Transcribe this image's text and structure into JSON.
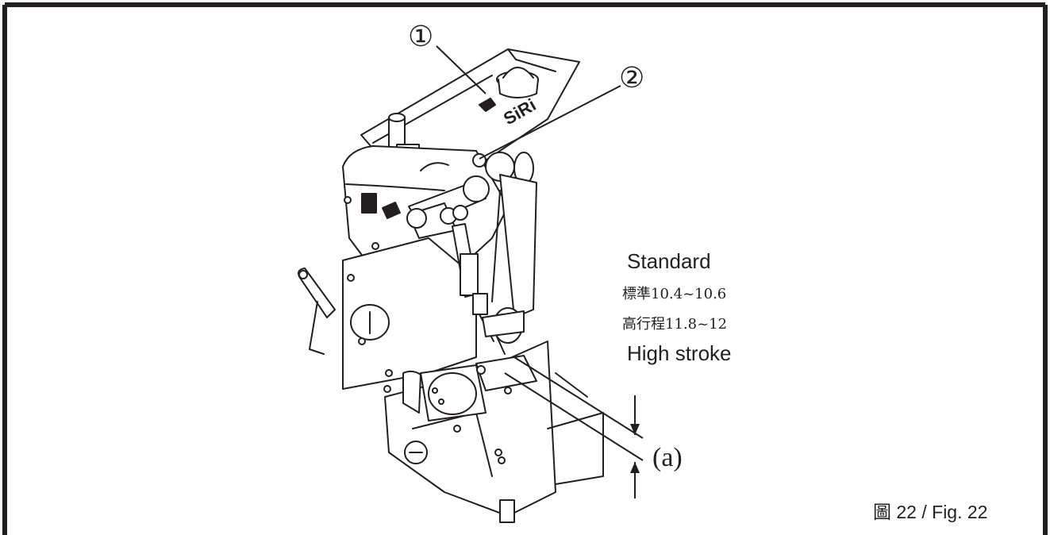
{
  "callouts": {
    "one": "①",
    "two": "②"
  },
  "standard": {
    "label_en": "Standard",
    "label_zh": "標準10.4~10.6"
  },
  "high_stroke": {
    "label_zh": "高行程11.8~12",
    "label_en": "High stroke"
  },
  "dimension": {
    "label": "(a)"
  },
  "figure": {
    "caption": "圖 22 / Fig. 22"
  },
  "machine": {
    "brand_text": "SiRi"
  },
  "colors": {
    "ink": "#231f20",
    "background": "#ffffff"
  }
}
